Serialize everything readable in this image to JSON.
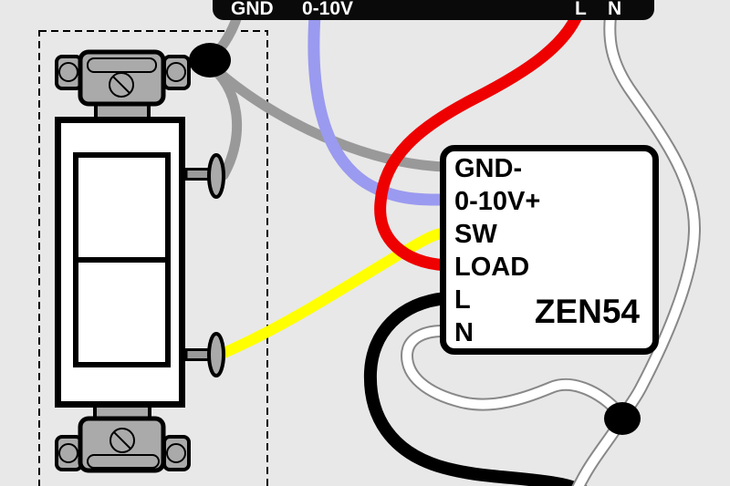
{
  "fixture_bar": {
    "gnd_label": "GND",
    "v0_10_label": "0-10V",
    "l_label": "L",
    "n_label": "N"
  },
  "dimmer": {
    "model_label": "ZEN54",
    "terminals": [
      "GND-",
      "0-10V+",
      "SW",
      "LOAD",
      "L",
      "N"
    ]
  },
  "colors": {
    "background": "#e8e8e8",
    "bar_black": "#0a0a0a",
    "gray_wire": "#999999",
    "blue_wire": "#9a9af0",
    "yellow_wire": "#ffff00",
    "red_wire": "#ee0000",
    "black_wire": "#000000",
    "white_wire_fill": "#ffffff",
    "white_wire_edge": "#888888",
    "switch_metal": "#aaaaaa",
    "outline": "#000000"
  },
  "wires": [
    {
      "name": "gnd-wire",
      "color": "#999999"
    },
    {
      "name": "0-10v-wire",
      "color": "#9a9af0"
    },
    {
      "name": "sw-wire",
      "color": "#ffff00"
    },
    {
      "name": "load-wire",
      "color": "#ee0000"
    },
    {
      "name": "line-wire",
      "color": "#000000"
    },
    {
      "name": "neutral-wire",
      "color": "#ffffff"
    }
  ]
}
